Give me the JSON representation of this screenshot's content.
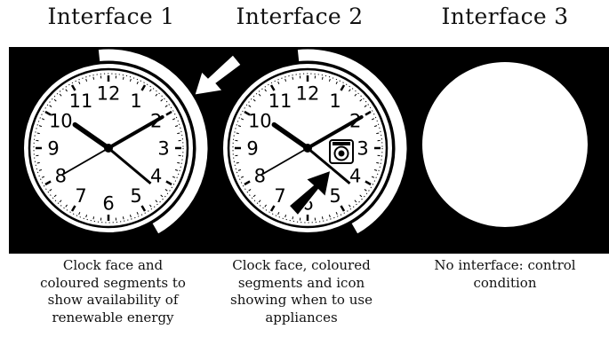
{
  "panels": [
    {
      "title": "Interface 1",
      "caption": [
        "Clock face and",
        "coloured segments to",
        "show availability of",
        "renewable energy"
      ],
      "has_clock": true,
      "has_segment": true,
      "has_icon": false,
      "arrow_icon": "arrow-pointing-to-segment-icon"
    },
    {
      "title": "Interface 2",
      "caption": [
        "Clock face, coloured",
        "segments and icon",
        "showing when to use",
        "appliances"
      ],
      "has_clock": true,
      "has_segment": true,
      "has_icon": true,
      "arrow_icon": "arrow-pointing-to-appliance-icon"
    },
    {
      "title": "Interface 3",
      "caption": [
        "No interface: control",
        "condition"
      ],
      "has_clock": false,
      "has_segment": false,
      "has_icon": false
    }
  ],
  "clock": {
    "numbers": [
      "12",
      "1",
      "2",
      "3",
      "4",
      "5",
      "6",
      "7",
      "8",
      "9",
      "10",
      "11"
    ],
    "time_shown": "10:10"
  },
  "colors": {
    "background_band": "#000000",
    "clock_face": "#ffffff",
    "segment": "#ffffff"
  }
}
